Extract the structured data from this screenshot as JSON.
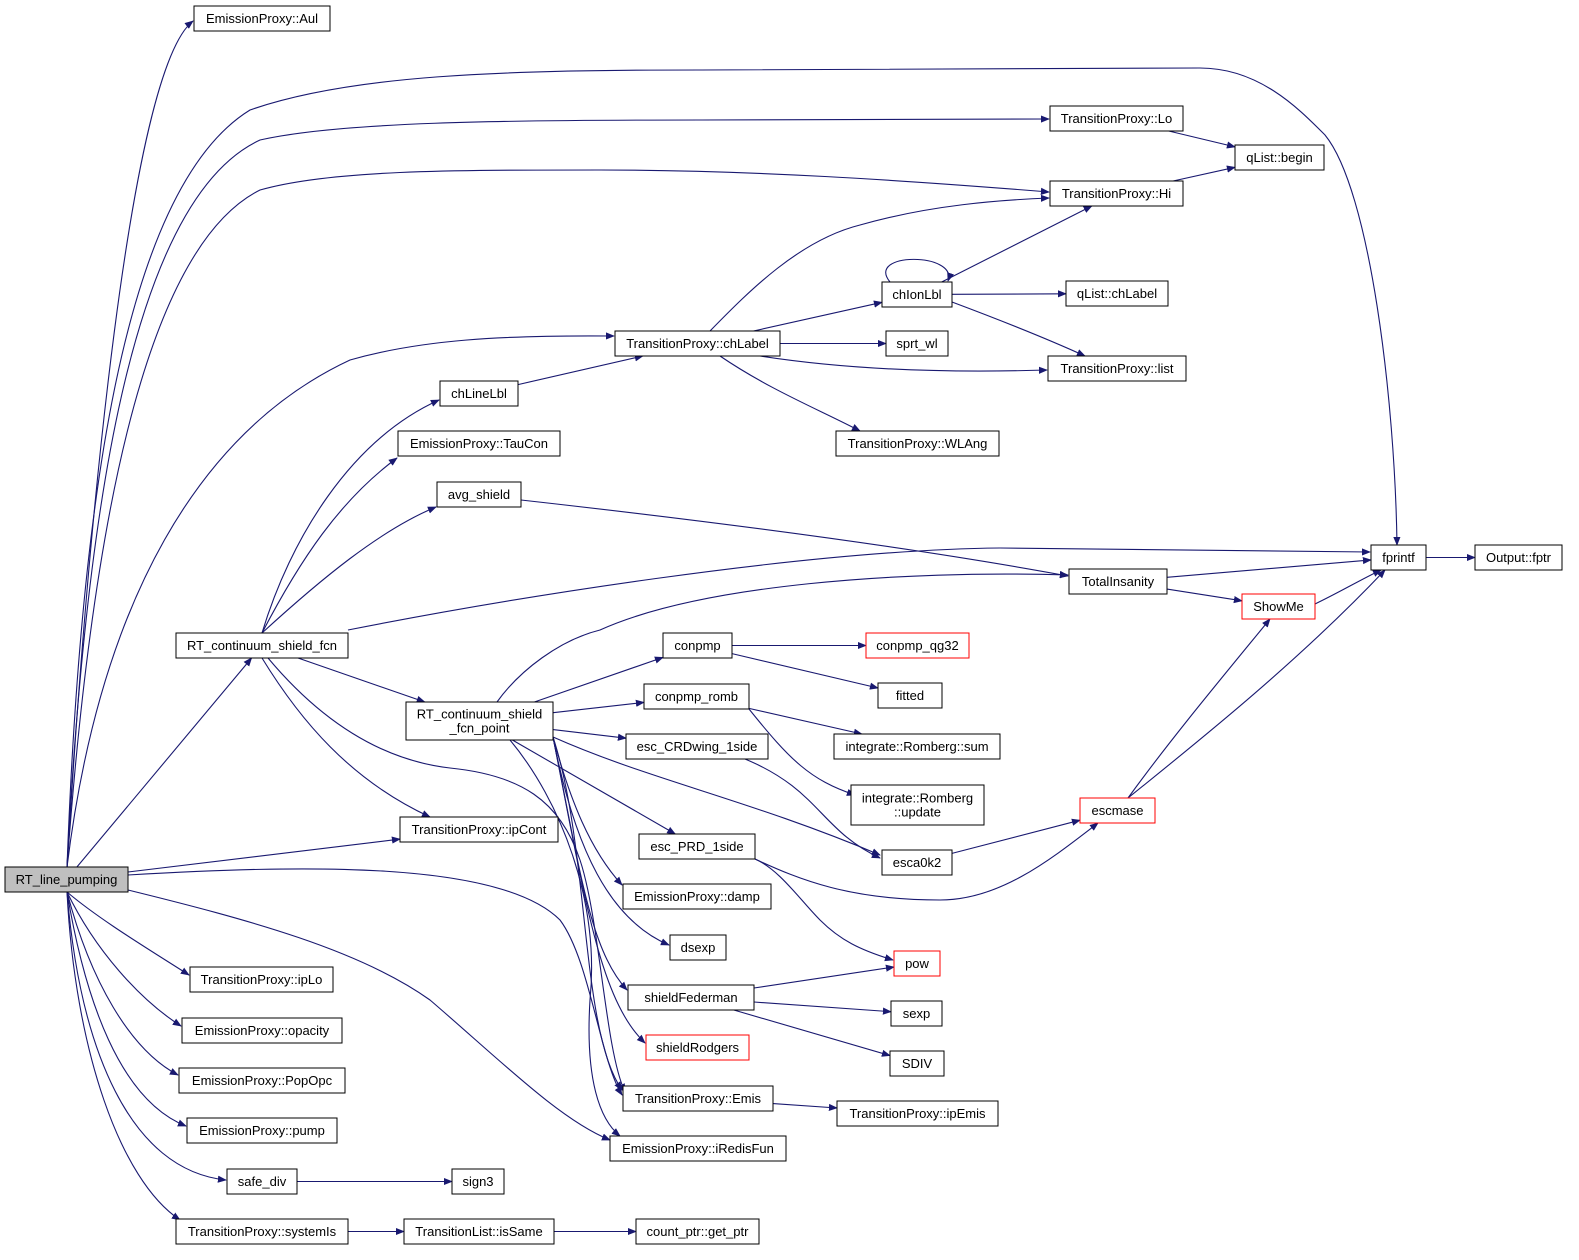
{
  "colors": {
    "edge": "#191970",
    "node_border": "#000000",
    "node_fill": "#ffffff",
    "highlight_fill": "#bfbfbf",
    "truncated_border": "#ff0000"
  },
  "nodes": [
    {
      "id": "rt_line_pumping",
      "label": "RT_line_pumping",
      "highlighted": true
    },
    {
      "id": "aul",
      "label": "EmissionProxy::Aul"
    },
    {
      "id": "tp_lo",
      "label": "TransitionProxy::Lo"
    },
    {
      "id": "qlist_begin",
      "label": "qList::begin"
    },
    {
      "id": "tp_hi",
      "label": "TransitionProxy::Hi"
    },
    {
      "id": "chionlbl",
      "label": "chIonLbl"
    },
    {
      "id": "qlist_chlabel",
      "label": "qList::chLabel"
    },
    {
      "id": "tp_chlabel",
      "label": "TransitionProxy::chLabel"
    },
    {
      "id": "sprt_wl",
      "label": "sprt_wl"
    },
    {
      "id": "tp_list",
      "label": "TransitionProxy::list"
    },
    {
      "id": "chlinelbl",
      "label": "chLineLbl"
    },
    {
      "id": "taucon",
      "label": "EmissionProxy::TauCon"
    },
    {
      "id": "wlang",
      "label": "TransitionProxy::WLAng"
    },
    {
      "id": "avg_shield",
      "label": "avg_shield"
    },
    {
      "id": "fprintf",
      "label": "fprintf"
    },
    {
      "id": "output_fptr",
      "label": "Output::fptr"
    },
    {
      "id": "totalinsanity",
      "label": "TotalInsanity"
    },
    {
      "id": "showme",
      "label": "ShowMe",
      "truncated": true
    },
    {
      "id": "rtcsf",
      "label": "RT_continuum_shield_fcn"
    },
    {
      "id": "conpmp",
      "label": "conpmp"
    },
    {
      "id": "conpmp_qg32",
      "label": "conpmp_qg32",
      "truncated": true
    },
    {
      "id": "fitted",
      "label": "fitted"
    },
    {
      "id": "conpmp_romb",
      "label": "conpmp_romb"
    },
    {
      "id": "rtcsfp",
      "label": "RT_continuum_shield_fcn_point",
      "lines": [
        "RT_continuum_shield",
        "_fcn_point"
      ]
    },
    {
      "id": "romberg_sum",
      "label": "integrate::Romberg::sum"
    },
    {
      "id": "esc_crdwing",
      "label": "esc_CRDwing_1side"
    },
    {
      "id": "romberg_update",
      "label": "integrate::Romberg::update",
      "lines": [
        "integrate::Romberg",
        "::update"
      ]
    },
    {
      "id": "escmase",
      "label": "escmase",
      "truncated": true
    },
    {
      "id": "ipcont",
      "label": "TransitionProxy::ipCont"
    },
    {
      "id": "esc_prd",
      "label": "esc_PRD_1side"
    },
    {
      "id": "esca0k2",
      "label": "esca0k2"
    },
    {
      "id": "damp",
      "label": "EmissionProxy::damp"
    },
    {
      "id": "dsexp",
      "label": "dsexp"
    },
    {
      "id": "pow",
      "label": "pow",
      "truncated": true
    },
    {
      "id": "iplo",
      "label": "TransitionProxy::ipLo"
    },
    {
      "id": "shieldfederman",
      "label": "shieldFederman"
    },
    {
      "id": "opacity",
      "label": "EmissionProxy::opacity"
    },
    {
      "id": "sexp",
      "label": "sexp"
    },
    {
      "id": "shieldrodgers",
      "label": "shieldRodgers",
      "truncated": true
    },
    {
      "id": "sdiv",
      "label": "SDIV"
    },
    {
      "id": "popopc",
      "label": "EmissionProxy::PopOpc"
    },
    {
      "id": "tp_emis",
      "label": "TransitionProxy::Emis"
    },
    {
      "id": "ipemis",
      "label": "TransitionProxy::ipEmis"
    },
    {
      "id": "pump",
      "label": "EmissionProxy::pump"
    },
    {
      "id": "iredisfun",
      "label": "EmissionProxy::iRedisFun"
    },
    {
      "id": "safe_div",
      "label": "safe_div"
    },
    {
      "id": "sign3",
      "label": "sign3"
    },
    {
      "id": "systemis",
      "label": "TransitionProxy::systemIs"
    },
    {
      "id": "tl_issame",
      "label": "TransitionList::isSame"
    },
    {
      "id": "get_ptr",
      "label": "count_ptr::get_ptr"
    }
  ],
  "edges": [
    [
      "rt_line_pumping",
      "aul"
    ],
    [
      "rt_line_pumping",
      "fprintf"
    ],
    [
      "rt_line_pumping",
      "tp_lo"
    ],
    [
      "rt_line_pumping",
      "tp_hi"
    ],
    [
      "rt_line_pumping",
      "tp_chlabel"
    ],
    [
      "rt_line_pumping",
      "rtcsf"
    ],
    [
      "rt_line_pumping",
      "ipcont"
    ],
    [
      "rt_line_pumping",
      "tp_emis"
    ],
    [
      "rt_line_pumping",
      "iredisfun"
    ],
    [
      "rt_line_pumping",
      "iplo"
    ],
    [
      "rt_line_pumping",
      "opacity"
    ],
    [
      "rt_line_pumping",
      "popopc"
    ],
    [
      "rt_line_pumping",
      "pump"
    ],
    [
      "rt_line_pumping",
      "safe_div"
    ],
    [
      "rt_line_pumping",
      "systemis"
    ],
    [
      "tp_lo",
      "qlist_begin"
    ],
    [
      "tp_hi",
      "qlist_begin"
    ],
    [
      "tp_chlabel",
      "tp_hi"
    ],
    [
      "tp_chlabel",
      "chionlbl"
    ],
    [
      "tp_chlabel",
      "sprt_wl"
    ],
    [
      "tp_chlabel",
      "tp_list"
    ],
    [
      "tp_chlabel",
      "wlang"
    ],
    [
      "chionlbl",
      "chionlbl"
    ],
    [
      "chionlbl",
      "tp_hi"
    ],
    [
      "chionlbl",
      "qlist_chlabel"
    ],
    [
      "chionlbl",
      "tp_list"
    ],
    [
      "chlinelbl",
      "tp_chlabel"
    ],
    [
      "rtcsf",
      "chlinelbl"
    ],
    [
      "rtcsf",
      "taucon"
    ],
    [
      "rtcsf",
      "avg_shield"
    ],
    [
      "rtcsf",
      "fprintf"
    ],
    [
      "rtcsf",
      "rtcsfp"
    ],
    [
      "rtcsf",
      "ipcont"
    ],
    [
      "rtcsf",
      "tp_emis"
    ],
    [
      "avg_shield",
      "totalinsanity"
    ],
    [
      "totalinsanity",
      "fprintf"
    ],
    [
      "totalinsanity",
      "showme"
    ],
    [
      "showme",
      "fprintf"
    ],
    [
      "fprintf",
      "output_fptr"
    ],
    [
      "rtcsfp",
      "totalinsanity"
    ],
    [
      "rtcsfp",
      "conpmp"
    ],
    [
      "rtcsfp",
      "conpmp_romb"
    ],
    [
      "rtcsfp",
      "esc_crdwing"
    ],
    [
      "rtcsfp",
      "esc_prd"
    ],
    [
      "rtcsfp",
      "esca0k2"
    ],
    [
      "rtcsfp",
      "damp"
    ],
    [
      "rtcsfp",
      "dsexp"
    ],
    [
      "rtcsfp",
      "shieldfederman"
    ],
    [
      "rtcsfp",
      "shieldrodgers"
    ],
    [
      "rtcsfp",
      "tp_emis"
    ],
    [
      "rtcsfp",
      "iredisfun"
    ],
    [
      "conpmp",
      "conpmp_qg32"
    ],
    [
      "conpmp",
      "fitted"
    ],
    [
      "conpmp_romb",
      "romberg_sum"
    ],
    [
      "conpmp_romb",
      "romberg_update"
    ],
    [
      "esc_crdwing",
      "esca0k2"
    ],
    [
      "esca0k2",
      "escmase"
    ],
    [
      "esc_prd",
      "escmase"
    ],
    [
      "esc_prd",
      "pow"
    ],
    [
      "escmase",
      "showme"
    ],
    [
      "escmase",
      "fprintf"
    ],
    [
      "shieldfederman",
      "pow"
    ],
    [
      "shieldfederman",
      "sexp"
    ],
    [
      "shieldfederman",
      "sdiv"
    ],
    [
      "tp_emis",
      "ipemis"
    ],
    [
      "safe_div",
      "sign3"
    ],
    [
      "systemis",
      "tl_issame"
    ],
    [
      "tl_issame",
      "get_ptr"
    ]
  ]
}
